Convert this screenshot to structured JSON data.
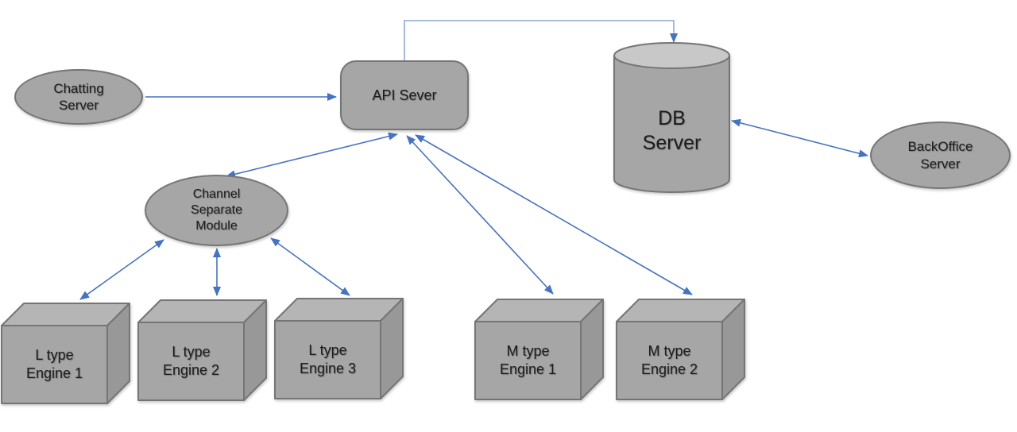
{
  "colors": {
    "background": "#ffffff",
    "shape_fill": "#a6a6a6",
    "shape_border": "#757575",
    "cube_top": "#b5b5b5",
    "cube_side": "#989898",
    "cylinder_top": "#c8c8c8",
    "arrow": "#4472c4",
    "elbow": "#8ea9dc",
    "text": "#1c1c1c"
  },
  "nodes": {
    "chatting_server": {
      "shape": "ellipse",
      "line1": "Chatting",
      "line2": "Server"
    },
    "api_server": {
      "shape": "rounded-rectangle",
      "label": "API Sever"
    },
    "db_server": {
      "shape": "cylinder",
      "line1": "DB",
      "line2": "Server"
    },
    "backoffice_server": {
      "shape": "ellipse",
      "line1": "BackOffice",
      "line2": "Server"
    },
    "channel_module": {
      "shape": "ellipse",
      "line1": "Channel",
      "line2": "Separate",
      "line3": "Module"
    },
    "engines": [
      {
        "shape": "cube",
        "line1": "L type",
        "line2": "Engine 1"
      },
      {
        "shape": "cube",
        "line1": "L type",
        "line2": "Engine 2"
      },
      {
        "shape": "cube",
        "line1": "L type",
        "line2": "Engine 3"
      },
      {
        "shape": "cube",
        "line1": "M type",
        "line2": "Engine 1"
      },
      {
        "shape": "cube",
        "line1": "M type",
        "line2": "Engine 2"
      }
    ]
  },
  "edges": [
    {
      "from": "Chatting Server",
      "to": "API Sever",
      "arrows": "single",
      "style": "straight"
    },
    {
      "from": "API Sever",
      "to": "DB Server",
      "arrows": "single",
      "style": "elbow"
    },
    {
      "from": "API Sever",
      "to": "Channel Separate Module",
      "arrows": "double",
      "style": "straight"
    },
    {
      "from": "API Sever",
      "to": "M type Engine 1",
      "arrows": "double",
      "style": "straight"
    },
    {
      "from": "API Sever",
      "to": "M type Engine 2",
      "arrows": "double",
      "style": "straight"
    },
    {
      "from": "Channel Separate Module",
      "to": "L type Engine 1",
      "arrows": "double",
      "style": "straight"
    },
    {
      "from": "Channel Separate Module",
      "to": "L type Engine 2",
      "arrows": "double",
      "style": "straight"
    },
    {
      "from": "Channel Separate Module",
      "to": "L type Engine 3",
      "arrows": "double",
      "style": "straight"
    },
    {
      "from": "DB Server",
      "to": "BackOffice Server",
      "arrows": "double",
      "style": "straight"
    }
  ]
}
